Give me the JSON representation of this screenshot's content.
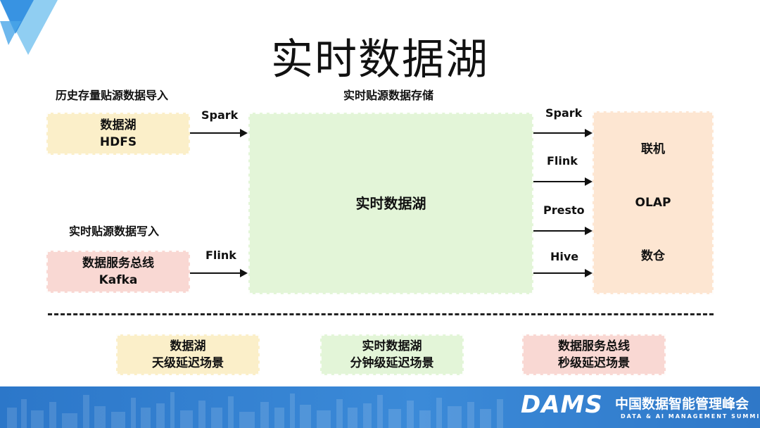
{
  "title": "实时数据湖",
  "labels": {
    "history_import": "历史存量贴源数据导入",
    "realtime_storage": "实时贴源数据存储",
    "realtime_write": "实时贴源数据写入"
  },
  "sources": {
    "hdfs": {
      "line1": "数据湖",
      "line2": "HDFS"
    },
    "kafka": {
      "line1": "数据服务总线",
      "line2": "Kafka"
    }
  },
  "center": {
    "label": "实时数据湖"
  },
  "inbound_edges": {
    "spark": "Spark",
    "flink": "Flink"
  },
  "outbound_edges": [
    "Spark",
    "Flink",
    "Presto",
    "Hive"
  ],
  "targets": {
    "line1": "联机",
    "line2": "OLAP",
    "line3": "数仓"
  },
  "legend": [
    {
      "line1": "数据湖",
      "line2": "天级延迟场景",
      "color": "#fbefc9"
    },
    {
      "line1": "实时数据湖",
      "line2": "分钟级延迟场景",
      "color": "#e3f5d8"
    },
    {
      "line1": "数据服务总线",
      "line2": "秒级延迟场景",
      "color": "#f9d8d3"
    }
  ],
  "footer": {
    "logo": "DAMS",
    "name": "中国数据智能管理峰会",
    "subtitle": "DATA & AI MANAGEMENT SUMMIT"
  },
  "colors": {
    "yellow": "#fbefc9",
    "pink": "#f9d8d3",
    "green": "#e3f5d8",
    "peach": "#fde6d2",
    "footer_blue": "#3b8ad8",
    "corner_blue": "#4aa6e8"
  }
}
